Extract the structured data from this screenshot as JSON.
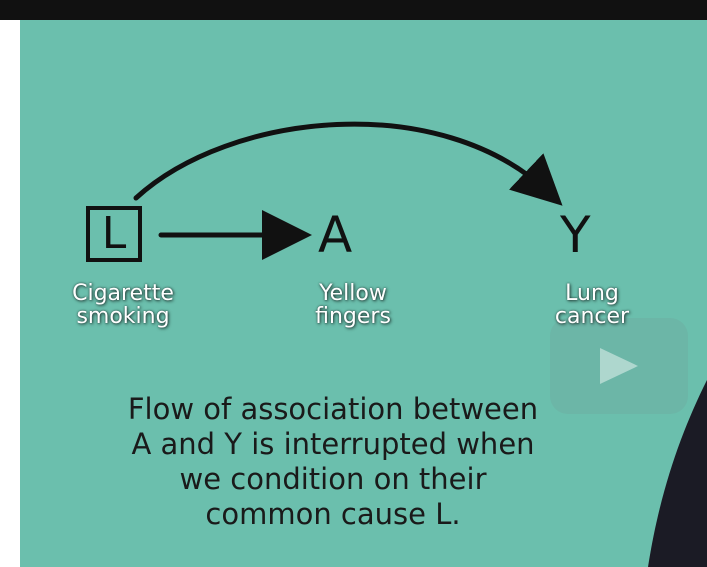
{
  "nodes": {
    "l": {
      "letter": "L",
      "label_line1": "Cigarette",
      "label_line2": "smoking"
    },
    "a": {
      "letter": "A",
      "label_line1": "Yellow",
      "label_line2": "fingers"
    },
    "y": {
      "letter": "Y",
      "label_line1": "Lung",
      "label_line2": "cancer"
    }
  },
  "caption": {
    "line1": "Flow of association between",
    "line2": "A and Y is interrupted when",
    "line3": "we condition on their",
    "line4": "common cause L."
  },
  "colors": {
    "background": "#6bbfad",
    "ink": "#111111",
    "label": "#ffffff"
  },
  "icons": {
    "play": "play-icon"
  }
}
